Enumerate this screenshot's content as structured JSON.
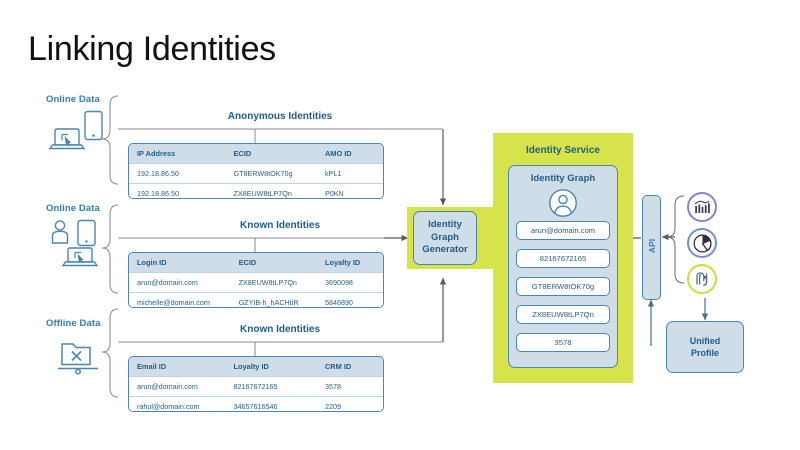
{
  "page": {
    "title": "Linking Identities",
    "background": "#ffffff"
  },
  "colors": {
    "accent_blue": "#2f7fb5",
    "dark_blue": "#1f5c8b",
    "border_blue": "#4a86b0",
    "fill_blue": "#cfdde8",
    "green": "#d6e34a",
    "connector_gray": "#7a7a7a"
  },
  "sources": [
    {
      "label": "Online Data",
      "icons": [
        "laptop-icon",
        "smartphone-icon"
      ]
    },
    {
      "label": "Online Data",
      "icons": [
        "person-icon",
        "smartphone-icon",
        "laptop-icon"
      ]
    },
    {
      "label": "Offline Data",
      "icons": [
        "pos-folder-icon"
      ]
    }
  ],
  "sections": [
    {
      "caption": "Anonymous Identities",
      "columns": [
        "IP Address",
        "ECID",
        "AMO ID"
      ],
      "rows": [
        [
          "192.18.86.50",
          "GT8ERW8tOK70g",
          "kPL1"
        ],
        [
          "192.18.86.50",
          "ZX8EUW8tLP7Qn",
          "P0KN"
        ]
      ]
    },
    {
      "caption": "Known Identities",
      "columns": [
        "Login ID",
        "ECID",
        "Loyalty ID"
      ],
      "rows": [
        [
          "arun@domain.com",
          "ZX8EUW8tLP7Qn",
          "3690098"
        ],
        [
          "michelle@domain.com",
          "GZYIB-h_hACHtiR",
          "5846890"
        ]
      ]
    },
    {
      "caption": "Known Identities",
      "columns": [
        "Email ID",
        "Loyalty ID",
        "CRM ID"
      ],
      "rows": [
        [
          "arun@domain.com",
          "82167672165",
          "3578"
        ],
        [
          "rahul@domain.com",
          "34657616546",
          "2209"
        ]
      ]
    }
  ],
  "generator": {
    "line1": "Identity",
    "line2": "Graph",
    "line3": "Generator"
  },
  "identity_service": {
    "title": "Identity Service",
    "graph_title": "Identity Graph",
    "avatar_icon": "user-avatar-icon",
    "pills": [
      "arun@domain.com",
      "82167672165",
      "GT8ERW8tOK70g",
      "ZX8EUW8tLP7Qn",
      "3578"
    ]
  },
  "api": {
    "label": "API"
  },
  "app_icons": [
    {
      "name": "bar-chart-icon",
      "ring": "#8b7fd4"
    },
    {
      "name": "pie-chart-icon",
      "ring": "#6f8fd8"
    },
    {
      "name": "adobe-experience-icon",
      "ring": "#c9dd3b"
    }
  ],
  "unified_profile": {
    "line1": "Unified",
    "line2": "Profile"
  }
}
